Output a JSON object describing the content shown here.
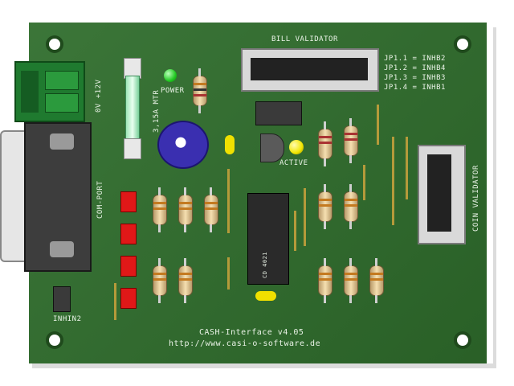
{
  "board": {
    "title": "CASH-Interface v4.05",
    "url": "http://www.casi-o-software.de"
  },
  "labels": {
    "bill_validator": "BILL VALIDATOR",
    "coin_validator": "COIN VALIDATOR",
    "power": "POWER",
    "active": "ACTIVE",
    "com_port": "COM-PORT",
    "voltage": "0V  +12V",
    "fuse": "3,15A MTR",
    "ic": "CD 4021",
    "inhibit_connector": "INHIN2"
  },
  "jumpers": [
    "JP1.1 = INHB2",
    "JP1.2 = INHB4",
    "JP1.3 = INHB3",
    "JP1.4 = INHB1"
  ],
  "colors": {
    "pcb": "#2f6d2c",
    "silkscreen": "#eaf3e7",
    "led_power": "#22c922",
    "led_active": "#f2e600",
    "status_leds": "#e01818"
  }
}
